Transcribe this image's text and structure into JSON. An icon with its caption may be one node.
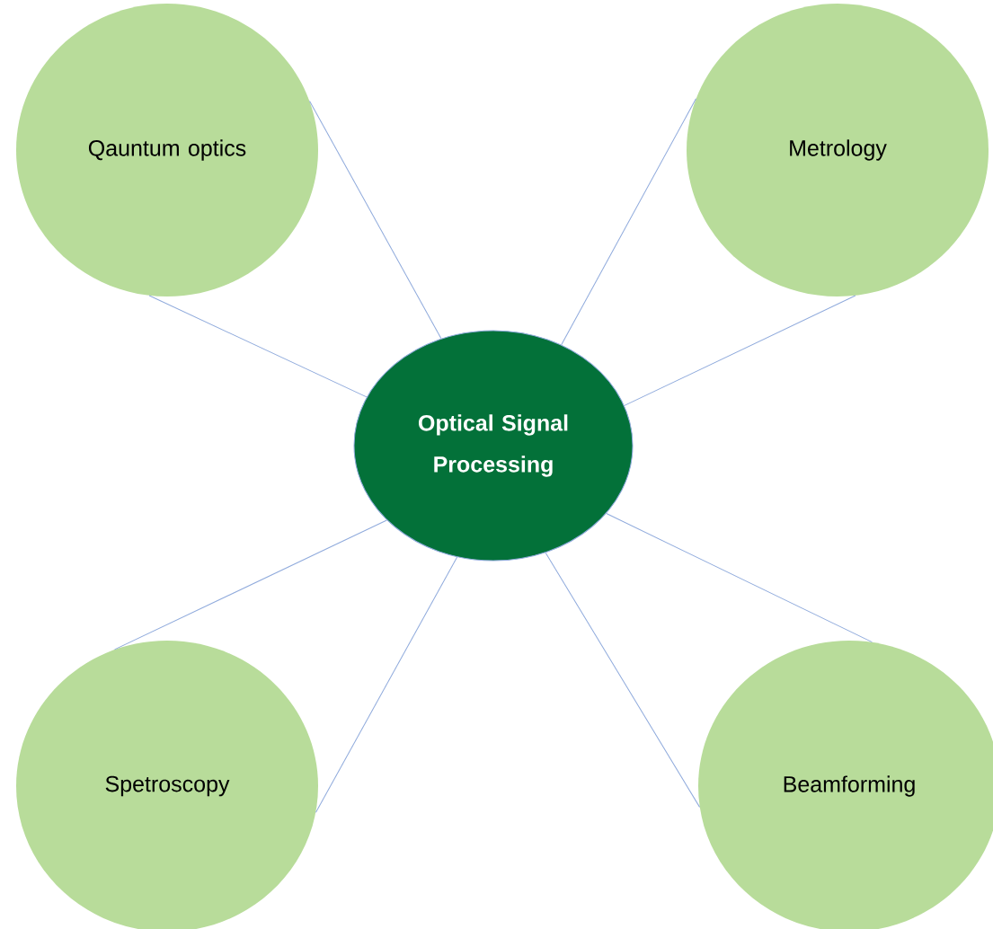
{
  "diagram": {
    "nodes": [
      {
        "text": [
          "Qauntum optics"
        ]
      },
      {
        "text": [
          "Metrology"
        ]
      },
      {
        "text": [
          "Optical Signal Processing"
        ]
      },
      {
        "text": [
          "Spetroscopy"
        ]
      },
      {
        "text": [
          "Beamforming"
        ]
      }
    ],
    "edges": [
      {
        "from": 0,
        "to": 2,
        "arrow": "none"
      },
      {
        "from": 0,
        "to": 2,
        "arrow": "none"
      },
      {
        "from": 1,
        "to": 2,
        "arrow": "none"
      },
      {
        "from": 1,
        "to": 2,
        "arrow": "none"
      },
      {
        "from": 3,
        "to": 2,
        "arrow": "none"
      },
      {
        "from": 3,
        "to": 2,
        "arrow": "none"
      },
      {
        "from": 4,
        "to": 2,
        "arrow": "none"
      },
      {
        "from": 4,
        "to": 2,
        "arrow": "none"
      }
    ]
  }
}
